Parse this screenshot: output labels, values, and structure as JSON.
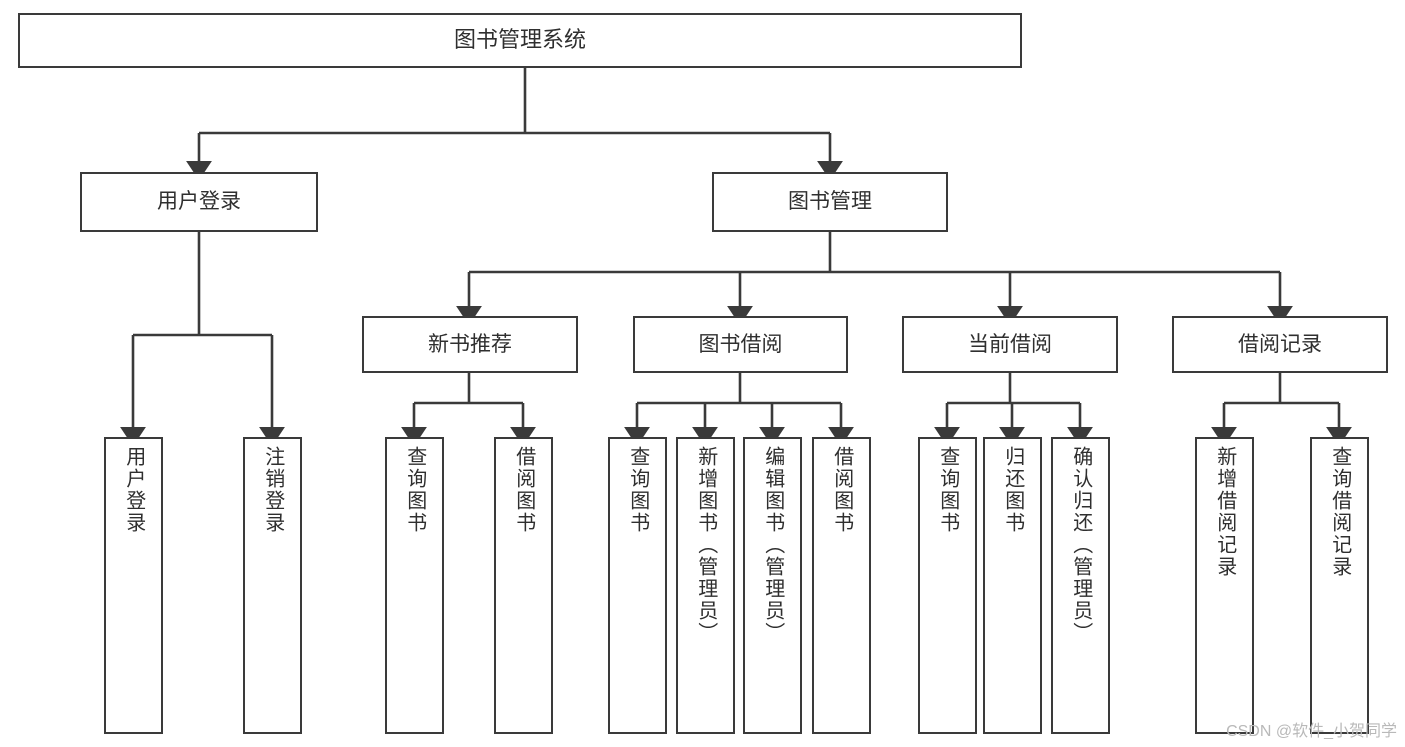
{
  "diagram": {
    "title": "图书管理系统",
    "colors": {
      "line": "#3a3a3a",
      "text": "#2f2f2f",
      "background": "#ffffff",
      "watermark": "#b9b9b9"
    },
    "root": {
      "label": "图书管理系统"
    },
    "level2": [
      {
        "label": "用户登录"
      },
      {
        "label": "图书管理"
      }
    ],
    "level3": [
      {
        "label": "新书推荐"
      },
      {
        "label": "图书借阅"
      },
      {
        "label": "当前借阅"
      },
      {
        "label": "借阅记录"
      }
    ],
    "leaves": {
      "user_login": [
        {
          "label": "用户登录"
        },
        {
          "label": "注销登录"
        }
      ],
      "new_book_recommend": [
        {
          "label": "查询图书"
        },
        {
          "label": "借阅图书"
        }
      ],
      "book_borrow": [
        {
          "label": "查询图书"
        },
        {
          "label": "新增图书（管理员）"
        },
        {
          "label": "编辑图书（管理员）"
        },
        {
          "label": "借阅图书"
        }
      ],
      "current_borrow": [
        {
          "label": "查询图书"
        },
        {
          "label": "归还图书"
        },
        {
          "label": "确认归还（管理员）"
        }
      ],
      "borrow_record": [
        {
          "label": "新增借阅记录"
        },
        {
          "label": "查询借阅记录"
        }
      ]
    }
  },
  "watermark": {
    "text": "CSDN @软件_小贺同学"
  }
}
